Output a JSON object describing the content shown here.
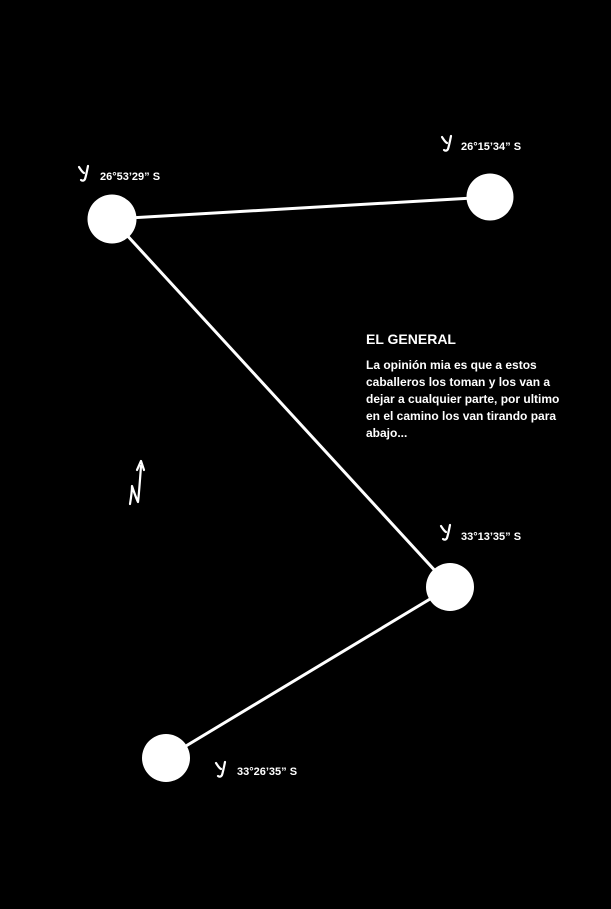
{
  "colors": {
    "background": "#000000",
    "foreground": "#ffffff"
  },
  "points": [
    {
      "id": "p1",
      "label": "26°53’29” S"
    },
    {
      "id": "p2",
      "label": "26°15’34” S"
    },
    {
      "id": "p3",
      "label": "33°13’35” S"
    },
    {
      "id": "p4",
      "label": "33°26’35” S"
    }
  ],
  "route_order": [
    "p2",
    "p1",
    "p3",
    "p4"
  ],
  "text": {
    "title": "EL GENERAL",
    "body": "La opinión mia es que a estos caballeros los toman y los van a dejar a cualquier parte, por ultimo en el camino los van tirando para abajo..."
  },
  "icons": {
    "compass": "north-arrow-icon",
    "point_marker": "handwritten-mark-icon"
  }
}
